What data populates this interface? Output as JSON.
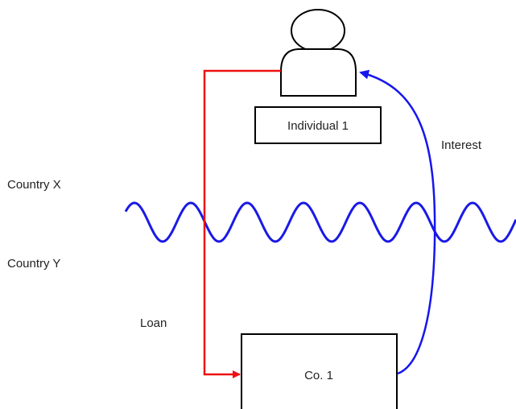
{
  "labels": {
    "individual": "Individual 1",
    "company": "Co. 1",
    "country_x": "Country X",
    "country_y": "Country Y",
    "loan": "Loan",
    "interest": "Interest"
  },
  "colors": {
    "loan_arrow": "#ee1111",
    "interest_arrow": "#1515ee",
    "border_wave": "#1a1ae6",
    "outline": "#000000"
  },
  "icons": {
    "person": "person-icon"
  }
}
